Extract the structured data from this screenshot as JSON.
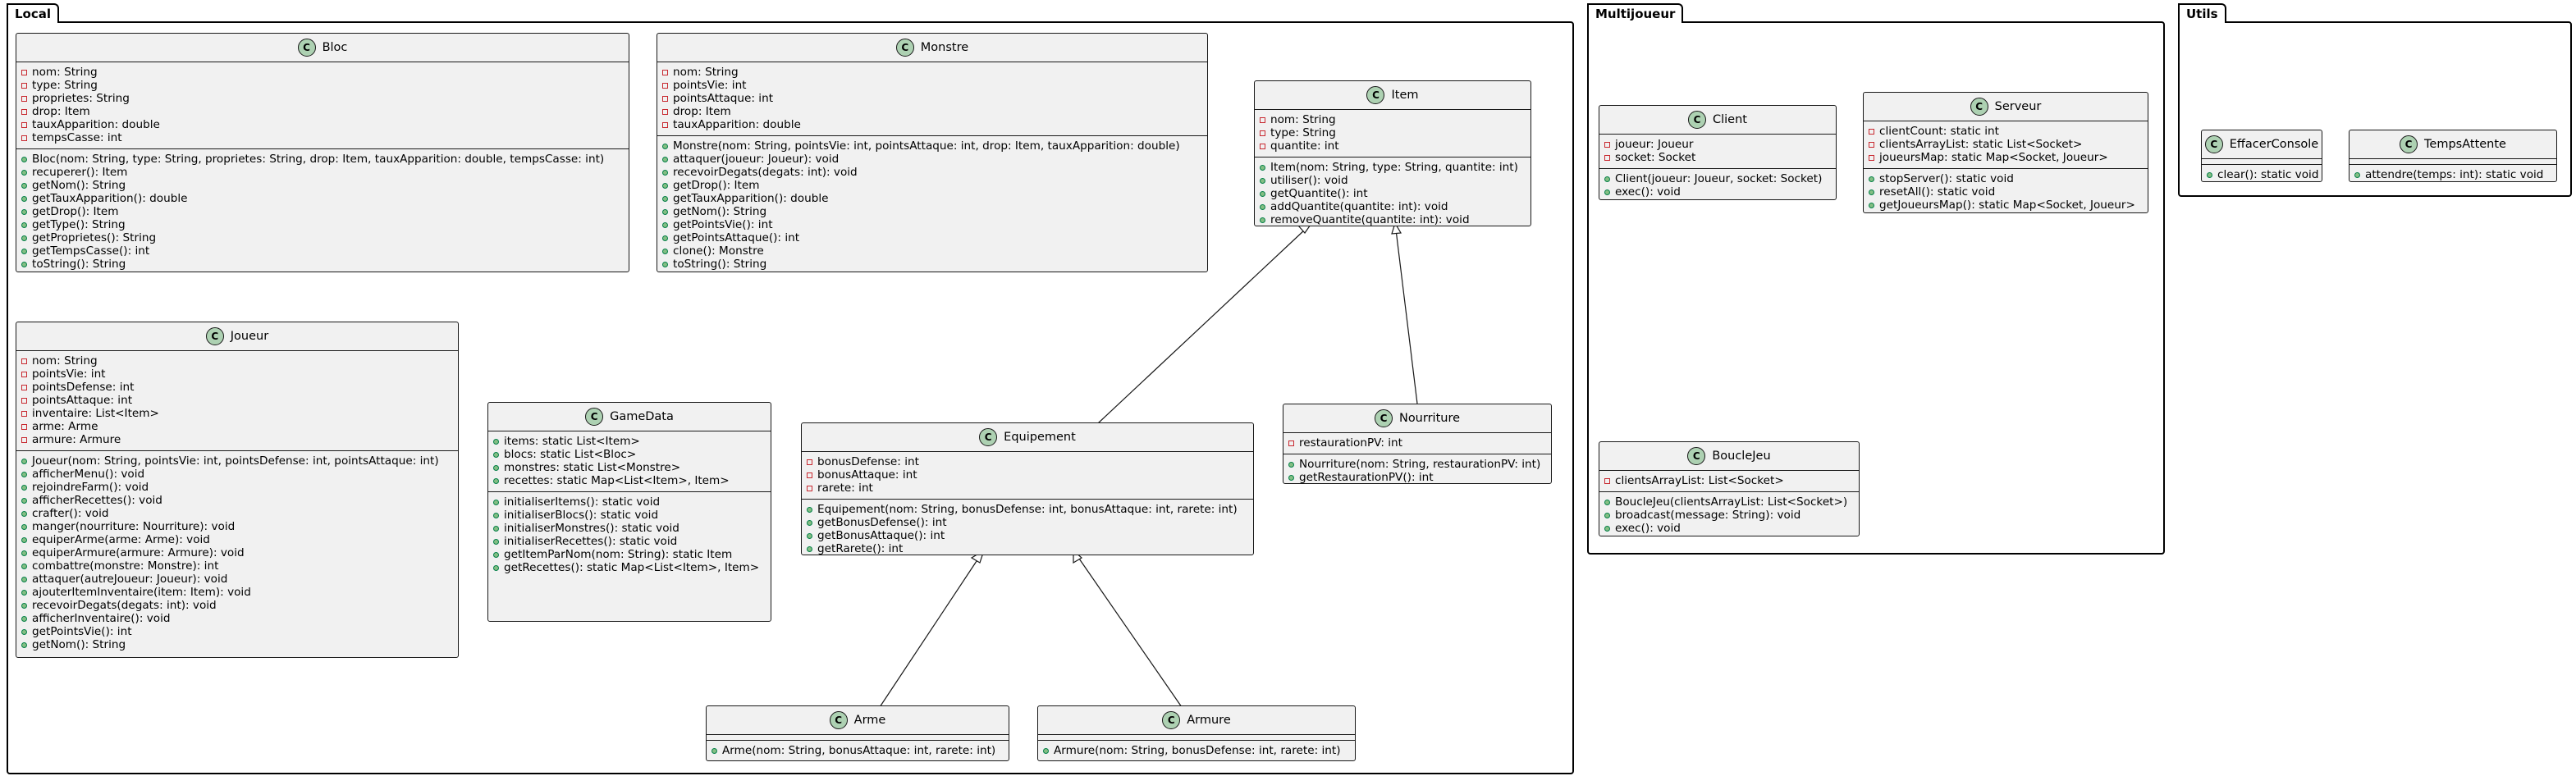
{
  "packages": {
    "local": "Local",
    "multijoueur": "Multijoueur",
    "utils": "Utils"
  },
  "class_badge": "C",
  "classes": {
    "bloc": {
      "name": "Bloc",
      "fields": [
        {
          "vis": "private",
          "text": "nom: String"
        },
        {
          "vis": "private",
          "text": "type: String"
        },
        {
          "vis": "private",
          "text": "proprietes: String"
        },
        {
          "vis": "private",
          "text": "drop: Item"
        },
        {
          "vis": "private",
          "text": "tauxApparition: double"
        },
        {
          "vis": "private",
          "text": "tempsCasse: int"
        }
      ],
      "methods": [
        {
          "vis": "public",
          "text": "Bloc(nom: String, type: String, proprietes: String, drop: Item, tauxApparition: double, tempsCasse: int)"
        },
        {
          "vis": "public",
          "text": "recuperer(): Item"
        },
        {
          "vis": "public",
          "text": "getNom(): String"
        },
        {
          "vis": "public",
          "text": "getTauxApparition(): double"
        },
        {
          "vis": "public",
          "text": "getDrop(): Item"
        },
        {
          "vis": "public",
          "text": "getType(): String"
        },
        {
          "vis": "public",
          "text": "getProprietes(): String"
        },
        {
          "vis": "public",
          "text": "getTempsCasse(): int"
        },
        {
          "vis": "public",
          "text": "toString(): String"
        }
      ]
    },
    "monstre": {
      "name": "Monstre",
      "fields": [
        {
          "vis": "private",
          "text": "nom: String"
        },
        {
          "vis": "private",
          "text": "pointsVie: int"
        },
        {
          "vis": "private",
          "text": "pointsAttaque: int"
        },
        {
          "vis": "private",
          "text": "drop: Item"
        },
        {
          "vis": "private",
          "text": "tauxApparition: double"
        }
      ],
      "methods": [
        {
          "vis": "public",
          "text": "Monstre(nom: String, pointsVie: int, pointsAttaque: int, drop: Item, tauxApparition: double)"
        },
        {
          "vis": "public",
          "text": "attaquer(joueur: Joueur): void"
        },
        {
          "vis": "public",
          "text": "recevoirDegats(degats: int): void"
        },
        {
          "vis": "public",
          "text": "getDrop(): Item"
        },
        {
          "vis": "public",
          "text": "getTauxApparition(): double"
        },
        {
          "vis": "public",
          "text": "getNom(): String"
        },
        {
          "vis": "public",
          "text": "getPointsVie(): int"
        },
        {
          "vis": "public",
          "text": "getPointsAttaque(): int"
        },
        {
          "vis": "public",
          "text": "clone(): Monstre"
        },
        {
          "vis": "public",
          "text": "toString(): String"
        }
      ]
    },
    "item": {
      "name": "Item",
      "fields": [
        {
          "vis": "private",
          "text": "nom: String"
        },
        {
          "vis": "private",
          "text": "type: String"
        },
        {
          "vis": "private",
          "text": "quantite: int"
        }
      ],
      "methods": [
        {
          "vis": "public",
          "text": "Item(nom: String, type: String, quantite: int)"
        },
        {
          "vis": "public",
          "text": "utiliser(): void"
        },
        {
          "vis": "public",
          "text": "getQuantite(): int"
        },
        {
          "vis": "public",
          "text": "addQuantite(quantite: int): void"
        },
        {
          "vis": "public",
          "text": "removeQuantite(quantite: int): void"
        }
      ]
    },
    "joueur": {
      "name": "Joueur",
      "fields": [
        {
          "vis": "private",
          "text": "nom: String"
        },
        {
          "vis": "private",
          "text": "pointsVie: int"
        },
        {
          "vis": "private",
          "text": "pointsDefense: int"
        },
        {
          "vis": "private",
          "text": "pointsAttaque: int"
        },
        {
          "vis": "private",
          "text": "inventaire: List<Item>"
        },
        {
          "vis": "private",
          "text": "arme: Arme"
        },
        {
          "vis": "private",
          "text": "armure: Armure"
        }
      ],
      "methods": [
        {
          "vis": "public",
          "text": "Joueur(nom: String, pointsVie: int, pointsDefense: int, pointsAttaque: int)"
        },
        {
          "vis": "public",
          "text": "afficherMenu(): void"
        },
        {
          "vis": "public",
          "text": "rejoindreFarm(): void"
        },
        {
          "vis": "public",
          "text": "afficherRecettes(): void"
        },
        {
          "vis": "public",
          "text": "crafter(): void"
        },
        {
          "vis": "public",
          "text": "manger(nourriture: Nourriture): void"
        },
        {
          "vis": "public",
          "text": "equiperArme(arme: Arme): void"
        },
        {
          "vis": "public",
          "text": "equiperArmure(armure: Armure): void"
        },
        {
          "vis": "public",
          "text": "combattre(monstre: Monstre): int"
        },
        {
          "vis": "public",
          "text": "attaquer(autreJoueur: Joueur): void"
        },
        {
          "vis": "public",
          "text": "ajouterItemInventaire(item: Item): void"
        },
        {
          "vis": "public",
          "text": "recevoirDegats(degats: int): void"
        },
        {
          "vis": "public",
          "text": "afficherInventaire(): void"
        },
        {
          "vis": "public",
          "text": "getPointsVie(): int"
        },
        {
          "vis": "public",
          "text": "getNom(): String"
        }
      ]
    },
    "gamedata": {
      "name": "GameData",
      "fields": [
        {
          "vis": "public",
          "text": "items: static List<Item>"
        },
        {
          "vis": "public",
          "text": "blocs: static List<Bloc>"
        },
        {
          "vis": "public",
          "text": "monstres: static List<Monstre>"
        },
        {
          "vis": "public",
          "text": "recettes: static Map<List<Item>, Item>"
        }
      ],
      "methods": [
        {
          "vis": "public",
          "text": "initialiserItems(): static void"
        },
        {
          "vis": "public",
          "text": "initialiserBlocs(): static void"
        },
        {
          "vis": "public",
          "text": "initialiserMonstres(): static void"
        },
        {
          "vis": "public",
          "text": "initialiserRecettes(): static void"
        },
        {
          "vis": "public",
          "text": "getItemParNom(nom: String): static Item"
        },
        {
          "vis": "public",
          "text": "getRecettes(): static Map<List<Item>, Item>"
        }
      ]
    },
    "equipement": {
      "name": "Equipement",
      "fields": [
        {
          "vis": "private",
          "text": "bonusDefense: int"
        },
        {
          "vis": "private",
          "text": "bonusAttaque: int"
        },
        {
          "vis": "private",
          "text": "rarete: int"
        }
      ],
      "methods": [
        {
          "vis": "public",
          "text": "Equipement(nom: String, bonusDefense: int, bonusAttaque: int, rarete: int)"
        },
        {
          "vis": "public",
          "text": "getBonusDefense(): int"
        },
        {
          "vis": "public",
          "text": "getBonusAttaque(): int"
        },
        {
          "vis": "public",
          "text": "getRarete(): int"
        }
      ]
    },
    "nourriture": {
      "name": "Nourriture",
      "fields": [
        {
          "vis": "private",
          "text": "restaurationPV: int"
        }
      ],
      "methods": [
        {
          "vis": "public",
          "text": "Nourriture(nom: String, restaurationPV: int)"
        },
        {
          "vis": "public",
          "text": "getRestaurationPV(): int"
        }
      ]
    },
    "arme": {
      "name": "Arme",
      "fields": [],
      "methods": [
        {
          "vis": "public",
          "text": "Arme(nom: String, bonusAttaque: int, rarete: int)"
        }
      ]
    },
    "armure": {
      "name": "Armure",
      "fields": [],
      "methods": [
        {
          "vis": "public",
          "text": "Armure(nom: String, bonusDefense: int, rarete: int)"
        }
      ]
    },
    "client": {
      "name": "Client",
      "fields": [
        {
          "vis": "private",
          "text": "joueur: Joueur"
        },
        {
          "vis": "private",
          "text": "socket: Socket"
        }
      ],
      "methods": [
        {
          "vis": "public",
          "text": "Client(joueur: Joueur, socket: Socket)"
        },
        {
          "vis": "public",
          "text": "exec(): void"
        }
      ]
    },
    "serveur": {
      "name": "Serveur",
      "fields": [
        {
          "vis": "private",
          "text": "clientCount: static int"
        },
        {
          "vis": "private",
          "text": "clientsArrayList: static List<Socket>"
        },
        {
          "vis": "private",
          "text": "joueursMap: static Map<Socket, Joueur>"
        }
      ],
      "methods": [
        {
          "vis": "public",
          "text": "stopServer(): static void"
        },
        {
          "vis": "public",
          "text": "resetAll(): static void"
        },
        {
          "vis": "public",
          "text": "getJoueursMap(): static Map<Socket, Joueur>"
        }
      ]
    },
    "bouclejeu": {
      "name": "BoucleJeu",
      "fields": [
        {
          "vis": "private",
          "text": "clientsArrayList: List<Socket>"
        }
      ],
      "methods": [
        {
          "vis": "public",
          "text": "BoucleJeu(clientsArrayList: List<Socket>)"
        },
        {
          "vis": "public",
          "text": "broadcast(message: String): void"
        },
        {
          "vis": "public",
          "text": "exec(): void"
        }
      ]
    },
    "effacerconsole": {
      "name": "EffacerConsole",
      "fields": [],
      "methods": [
        {
          "vis": "public",
          "text": "clear(): static void"
        }
      ]
    },
    "tempsattente": {
      "name": "TempsAttente",
      "fields": [],
      "methods": [
        {
          "vis": "public",
          "text": "attendre(temps: int): static void"
        }
      ]
    }
  },
  "relations": [
    {
      "from": "equipement",
      "to": "item",
      "type": "inheritance"
    },
    {
      "from": "nourriture",
      "to": "item",
      "type": "inheritance"
    },
    {
      "from": "arme",
      "to": "equipement",
      "type": "inheritance"
    },
    {
      "from": "armure",
      "to": "equipement",
      "type": "inheritance"
    }
  ],
  "colors": {
    "class_fill": "#f1f1f1",
    "badge_fill": "#add1b2",
    "private_marker": "#c82930",
    "public_marker": "#84be84"
  }
}
